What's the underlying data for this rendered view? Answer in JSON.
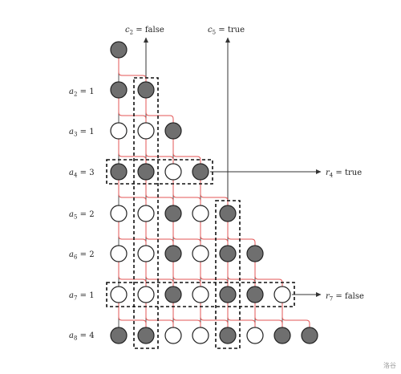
{
  "row_labels": [
    {
      "var": "a",
      "sub": "2",
      "value": "1"
    },
    {
      "var": "a",
      "sub": "3",
      "value": "1"
    },
    {
      "var": "a",
      "sub": "4",
      "value": "3"
    },
    {
      "var": "a",
      "sub": "5",
      "value": "2"
    },
    {
      "var": "a",
      "sub": "6",
      "value": "2"
    },
    {
      "var": "a",
      "sub": "7",
      "value": "1"
    },
    {
      "var": "a",
      "sub": "8",
      "value": "4"
    }
  ],
  "column_labels": [
    {
      "var": "c",
      "sub": "2",
      "value": "false"
    },
    {
      "var": "c",
      "sub": "5",
      "value": "true"
    }
  ],
  "result_labels": [
    {
      "var": "r",
      "sub": "4",
      "value": "true"
    },
    {
      "var": "r",
      "sub": "7",
      "value": "false"
    }
  ],
  "watermark": "洛谷",
  "colors": {
    "filled": "#6f6f6f",
    "empty": "#ffffff",
    "stroke": "#222222",
    "path": "#e35555",
    "line": "#555555"
  },
  "nodes": [
    [
      "filled"
    ],
    [
      "filled",
      "filled"
    ],
    [
      "empty",
      "empty",
      "filled"
    ],
    [
      "filled",
      "filled",
      "empty",
      "filled"
    ],
    [
      "empty",
      "empty",
      "filled",
      "empty",
      "filled"
    ],
    [
      "empty",
      "empty",
      "filled",
      "empty",
      "filled",
      "filled"
    ],
    [
      "empty",
      "empty",
      "filled",
      "empty",
      "filled",
      "filled",
      "empty"
    ],
    [
      "filled",
      "filled",
      "empty",
      "empty",
      "filled",
      "empty",
      "filled",
      "filled"
    ]
  ],
  "highlighted_columns": [
    "2",
    "5"
  ],
  "highlighted_rows": [
    "4",
    "7"
  ]
}
